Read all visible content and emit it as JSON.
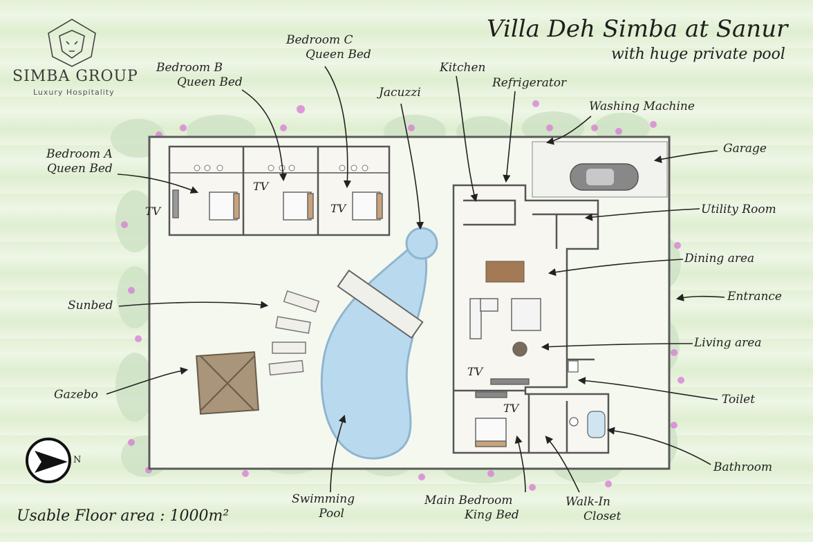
{
  "title": {
    "main": "Villa Deh Simba at Sanur",
    "sub": "with huge private pool"
  },
  "logo": {
    "name": "SIMBA GROUP",
    "tagline": "Luxury Hospitality",
    "icon": "lion-head-icon"
  },
  "footer": {
    "area_label": "Usable Floor area : 1000m²"
  },
  "compass": {
    "label": "N",
    "icon": "compass-arrow-icon"
  },
  "labels": {
    "bedroom_a": [
      "Bedroom A",
      "Queen Bed"
    ],
    "bedroom_b": [
      "Bedroom B",
      "Queen Bed"
    ],
    "bedroom_c": [
      "Bedroom C",
      "Queen Bed"
    ],
    "jacuzzi": "Jacuzzi",
    "kitchen": "Kitchen",
    "refrigerator": "Refrigerator",
    "washing_machine": "Washing Machine",
    "garage": "Garage",
    "utility_room": "Utility Room",
    "dining_area": "Dining area",
    "entrance": "Entrance",
    "living_area": "Living area",
    "toilet": "Toilet",
    "bathroom": "Bathroom",
    "sunbed": "Sunbed",
    "gazebo": "Gazebo",
    "swimming_pool": [
      "Swimming",
      "Pool"
    ],
    "main_bedroom": [
      "Main Bedroom",
      "King Bed"
    ],
    "walk_in_closet": [
      "Walk-In",
      "Closet"
    ]
  },
  "tv_label": "TV",
  "colors": {
    "wall": "#555555",
    "pool": "#b9d9ee",
    "pool_edge": "#8fb5cf",
    "flowers": "#d77bd6",
    "foliage": "#c9e0c0"
  }
}
